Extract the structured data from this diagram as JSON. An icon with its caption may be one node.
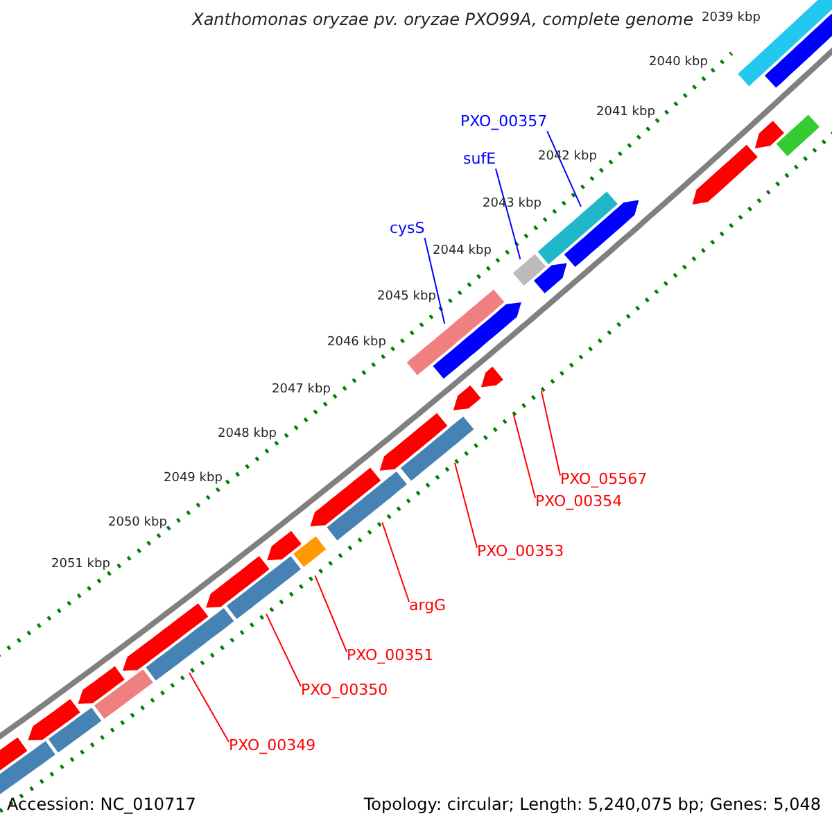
{
  "diagram": {
    "title": "Xanthomonas oryzae pv. oryzae PXO99A, complete genome",
    "nodes": [
      {
        "text": [
          "PXO_00357"
        ]
      },
      {
        "text": [
          "sufE"
        ]
      },
      {
        "text": [
          "cysS"
        ]
      },
      {
        "text": [
          "PXO_05567"
        ]
      },
      {
        "text": [
          "PXO_00354"
        ]
      },
      {
        "text": [
          "PXO_00353"
        ]
      },
      {
        "text": [
          "argG"
        ]
      },
      {
        "text": [
          "PXO_00351"
        ]
      },
      {
        "text": [
          "PXO_00350"
        ]
      },
      {
        "text": [
          "PXO_00349"
        ]
      }
    ],
    "edges": [
      {
        "from": 0,
        "to": null,
        "arrow": "none",
        "color": "#0000ff"
      },
      {
        "from": 1,
        "to": null,
        "arrow": "none",
        "color": "#0000ff"
      },
      {
        "from": 2,
        "to": null,
        "arrow": "none",
        "color": "#0000ff"
      },
      {
        "from": 3,
        "to": null,
        "arrow": "none"
      },
      {
        "from": 4,
        "to": null,
        "arrow": "none"
      },
      {
        "from": 5,
        "to": null,
        "arrow": "none"
      },
      {
        "from": 6,
        "to": null,
        "arrow": "none"
      },
      {
        "from": 7,
        "to": null,
        "arrow": "none"
      },
      {
        "from": 8,
        "to": null,
        "arrow": "none"
      },
      {
        "from": 9,
        "to": null,
        "arrow": "none"
      }
    ],
    "labels": [
      "2039 kbp",
      "2040 kbp",
      "2041 kbp",
      "2042 kbp",
      "2043 kbp",
      "2044 kbp",
      "2045 kbp",
      "2046 kbp",
      "2047 kbp",
      "2048 kbp",
      "2049 kbp",
      "2050 kbp",
      "2051 kbp",
      "Accession: NC_010717",
      "Topology: circular; Length: 5,240,075 bp; Genes: 5,048"
    ]
  }
}
